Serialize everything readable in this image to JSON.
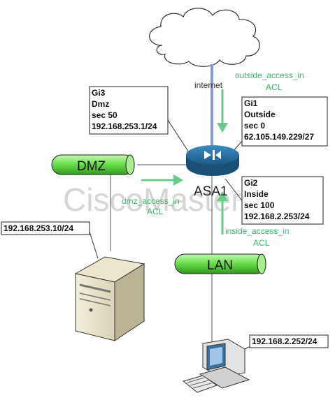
{
  "cloud": {
    "label": "internet"
  },
  "firewall": {
    "name": "ASA1"
  },
  "watermark": "CiscoMaster.ru",
  "interfaces": {
    "gi3": {
      "lines": [
        "Gi3",
        "Dmz",
        "sec 50",
        "192.168.253.1/24"
      ]
    },
    "gi1": {
      "lines": [
        "Gi1",
        "Outside",
        "sec 0",
        "62.105.149.229/27"
      ]
    },
    "gi2": {
      "lines": [
        "Gi2",
        "Inside",
        "sec 100",
        "192.168.2.253/24"
      ]
    }
  },
  "acls": {
    "outside": {
      "line1": "outside_access_in",
      "line2": "ACL"
    },
    "dmz": {
      "line1": "dmz_access_in",
      "line2": "ACL"
    },
    "inside": {
      "line1": "inside_access_in",
      "line2": "ACL"
    }
  },
  "segments": {
    "dmz": "DMZ",
    "lan": "LAN"
  },
  "hosts": {
    "server": {
      "ip": "192.168.253.10/24"
    },
    "pc": {
      "ip": "192.168.2.252/24"
    }
  },
  "colors": {
    "acl_text": "#33bb66",
    "arrow": "#66cc88",
    "internet_link": "#8899dd",
    "segment_green": "#66dd55",
    "firewall_blue": "#1f6a9a"
  }
}
